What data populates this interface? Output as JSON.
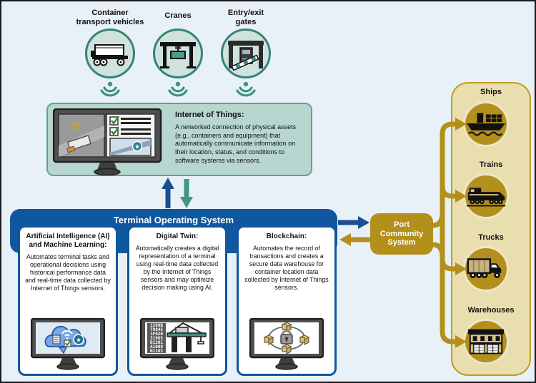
{
  "colors": {
    "teal": "#3f9186",
    "teal_light": "#b7d6cf",
    "blue": "#0f579e",
    "gold": "#b3901c",
    "tan_panel": "#e9dfae",
    "page_bg": "#e9f1f8"
  },
  "sensors": {
    "items": [
      {
        "label": "Container\ntransport vehicles",
        "icon": "container-transport-vehicle-icon"
      },
      {
        "label": "Cranes",
        "icon": "crane-icon"
      },
      {
        "label": "Entry/exit\ngates",
        "icon": "entry-exit-gate-icon"
      }
    ]
  },
  "iot": {
    "title": "Internet of Things:",
    "body": "A networked connection of physical assets (e.g., containers and equipment) that automatically communicate information on their location, status, and conditions to software systems via sensors."
  },
  "tos": {
    "title": "Terminal Operating System",
    "cards": [
      {
        "title": "Artificial Intelligence (AI) and Machine Learning:",
        "body": "Automates terminal tasks and operational decisions using historical performance data and real-time data collected by Internet of Things sensors."
      },
      {
        "title": "Digital Twin:",
        "body": "Automatically creates a digital representation of a terminal using real-time data collected by the Internet of Things sensors and may optimize decision making using AI.",
        "screen_codes": "1268B\n79845\n1F020\n31985\nD1201\nA1008\nN1103"
      },
      {
        "title": "Blockchain:",
        "body": "Automates the record of transactions and creates a secure data warehouse for container location data collected by Internet of Things sensors."
      }
    ]
  },
  "pcs": {
    "label": "Port\nCommunity\nSystem"
  },
  "stakeholders": {
    "items": [
      {
        "label": "Ships",
        "icon": "ship-icon"
      },
      {
        "label": "Trains",
        "icon": "train-icon"
      },
      {
        "label": "Trucks",
        "icon": "truck-icon"
      },
      {
        "label": "Warehouses",
        "icon": "warehouse-icon"
      }
    ]
  }
}
